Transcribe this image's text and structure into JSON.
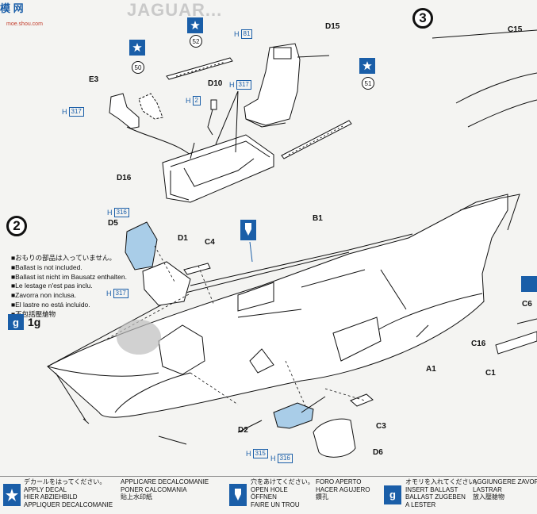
{
  "watermark": {
    "brand": "模 网",
    "url": "moe.shou.com"
  },
  "faded_header": "JAGUAR...",
  "steps": {
    "step2": "2",
    "step3": "3"
  },
  "decal_numbers": {
    "n50": "50",
    "n52": "52",
    "n51": "51"
  },
  "part_labels": {
    "C15_top": "C15",
    "D15": "D15",
    "E3": "E3",
    "D10": "D10",
    "D16": "D16",
    "B1": "B1",
    "D5": "D5",
    "D1": "D1",
    "C4": "C4",
    "C6": "C6",
    "C16": "C16",
    "C1": "C1",
    "A1": "A1",
    "C3": "C3",
    "D2": "D2",
    "D6": "D6"
  },
  "hpaint": {
    "h81": {
      "prefix": "H",
      "value": "81"
    },
    "h317_cockpit": {
      "prefix": "H",
      "value": "317"
    },
    "h2": {
      "prefix": "H",
      "value": "2"
    },
    "h317_e3": {
      "prefix": "H",
      "value": "317"
    },
    "h316_d5": {
      "prefix": "H",
      "value": "316"
    },
    "h317_step2": {
      "prefix": "H",
      "value": "317"
    },
    "h315": {
      "prefix": "H",
      "value": "315"
    },
    "h316_d2": {
      "prefix": "H",
      "value": "316"
    }
  },
  "notes": [
    "■おもりの部品は入っていません。",
    "■Ballast is not included.",
    "■Ballast ist nicht im Bausatz enthalten.",
    "■Le lestage n'est pas inclu.",
    "■Zavorra non inclusa.",
    "■El lastre no está incluido.",
    "■不包括壓艙物"
  ],
  "ballast": {
    "icon_label": "g",
    "value": "1g"
  },
  "legend": {
    "col1": [
      "デカールをはってください。",
      "APPLY DECAL",
      "HIER ABZIEHBILD",
      "APPLIQUER DECALCOMANIE"
    ],
    "col2": [
      "APPLICARE DECALCOMANIE",
      "PONER CALCOMANIA",
      "貼上水印紙"
    ],
    "col3": [
      "穴をあけてください。",
      "OPEN HOLE",
      "ÖFFNEN",
      "FAIRE UN TROU"
    ],
    "col4": [
      "FORO APERTO",
      "HACER AGUJERO",
      "鑽孔"
    ],
    "col5": [
      "オモリを入れてください。",
      "INSERT BALLAST",
      "BALLAST ZUGEBEN",
      "A LESTER"
    ],
    "col6": [
      "AGGIUNGERE ZAVORRA",
      "LASTRAR",
      "放入壓艙物"
    ]
  },
  "colors": {
    "accent": "#1a5ea8",
    "part_fill": "#a9cde8",
    "ink": "#111111"
  }
}
